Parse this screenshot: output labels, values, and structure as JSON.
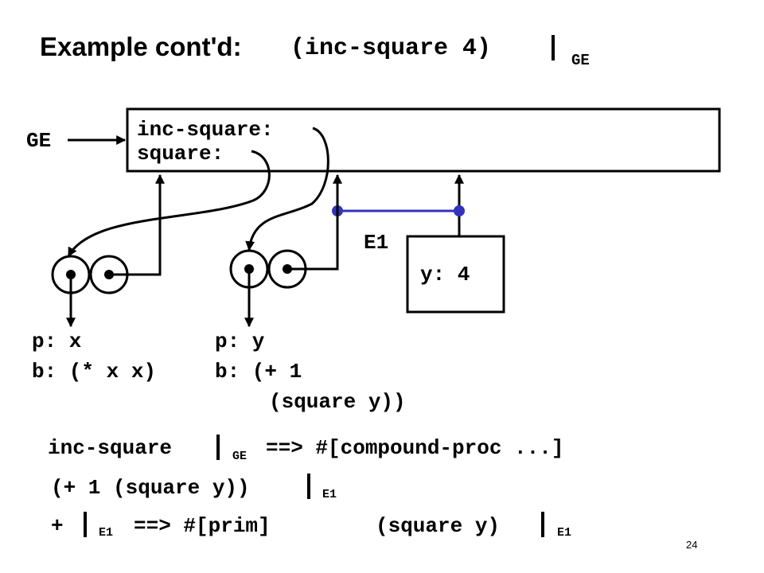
{
  "title": {
    "text": "Example cont'd:",
    "code": "(inc-square 4)",
    "env": "GE"
  },
  "global_env": {
    "label": "GE",
    "bindings": [
      "inc-square:",
      "square:"
    ]
  },
  "e1": {
    "label": "E1",
    "binding": "y: 4"
  },
  "proc_square": {
    "params": "p: x",
    "body": "b: (* x x)"
  },
  "proc_inc_square": {
    "params": "p: y",
    "body_line1": "b: (+ 1",
    "body_line2": "(square y))"
  },
  "eval_lines": {
    "line1": {
      "expr": "inc-square",
      "env": "GE",
      "result": "==> #[compound-proc ...]"
    },
    "line2": {
      "expr": "(+ 1 (square y))",
      "env": "E1"
    },
    "line3": {
      "expr": "+",
      "env": "E1",
      "result": "==> #[prim]",
      "expr2": "(square y)",
      "env2": "E1"
    }
  },
  "page_number": "24",
  "colors": {
    "link": "#3333bb",
    "ink": "#000000"
  }
}
